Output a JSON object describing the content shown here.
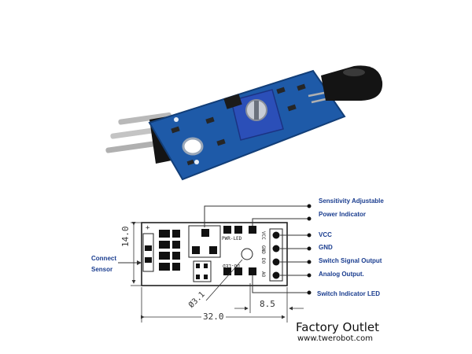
{
  "callouts": {
    "sensitivity": "Sensitivity Adjustable",
    "power_indicator": "Power Indicator",
    "vcc": "VCC",
    "gnd": "GND",
    "switch_signal": "Switch Signal Output",
    "analog_output": "Analog Output.",
    "switch_led": "Switch Indicator LED",
    "connect_sensor_line1": "Connect",
    "connect_sensor_line2": "Sensor"
  },
  "dimensions": {
    "height": "14.0",
    "width": "32.0",
    "pin_spacing": "8.5",
    "hole": "Ø3.1"
  },
  "silkscreen": {
    "pwr_led": "PWR-LED",
    "do_led": "DO-LED",
    "pin_vcc": "VCC",
    "pin_gnd": "GND",
    "pin_do": "DO",
    "pin_ao": "AO",
    "plus": "+"
  },
  "brand": {
    "name": "Factory Outlet",
    "url": "www.twerobot.com"
  },
  "colors": {
    "pcb": "#1e5aa8",
    "accent": "#1a3d8f",
    "pad": "#111111"
  }
}
